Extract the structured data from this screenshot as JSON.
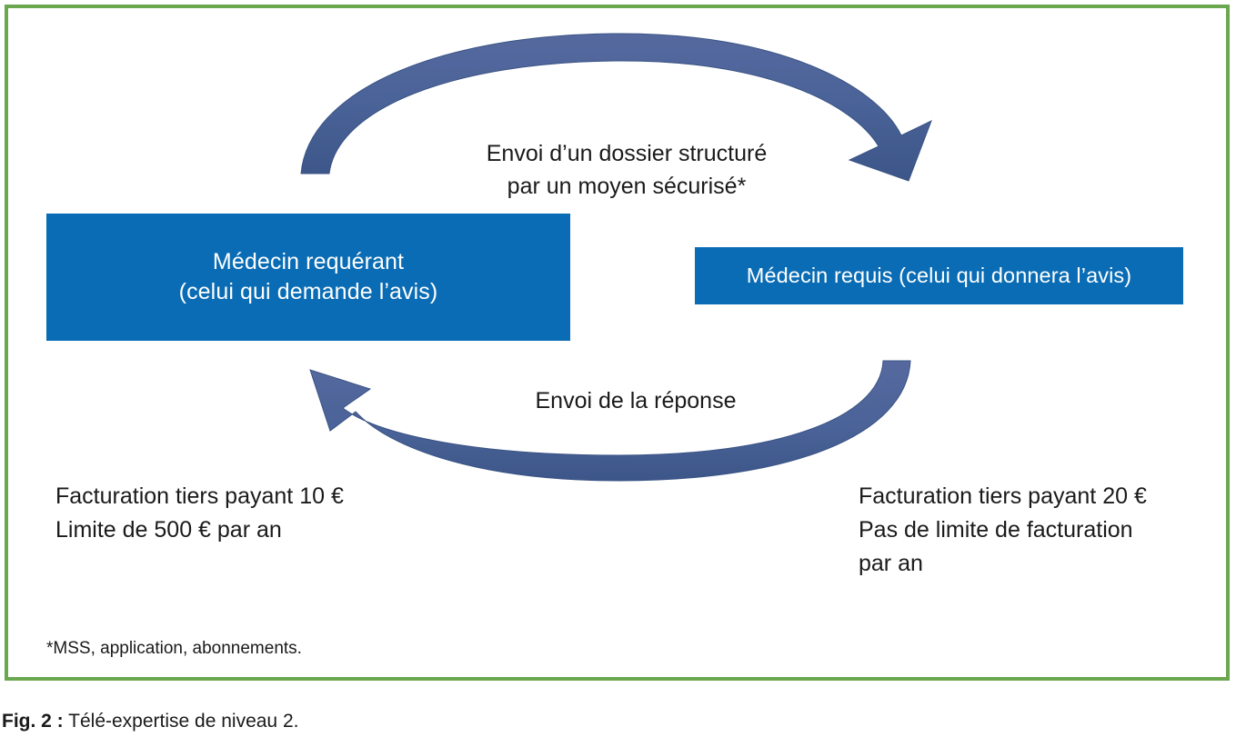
{
  "figure": {
    "caption_lead": "Fig. 2 :",
    "caption_text": "Télé-expertise de niveau 2.",
    "frame_color": "#6aa84f"
  },
  "diagram": {
    "type": "cycle-flow",
    "box_color": "#0a6cb4",
    "arrow_color": "#4a6398",
    "text_color": "#1a1a1a",
    "actors": [
      {
        "id": "requerant",
        "line1": "Médecin requérant",
        "line2": "(celui qui demande l’avis)"
      },
      {
        "id": "requis",
        "line1": "Médecin requis (celui qui donnera l’avis)"
      }
    ],
    "flows": [
      {
        "id": "send",
        "direction": "requerant-to-requis",
        "line1": "Envoi d’un dossier structuré",
        "line2": "par un moyen sécurisé*"
      },
      {
        "id": "response",
        "direction": "requis-to-requerant",
        "line1": "Envoi de la réponse"
      }
    ],
    "billing": {
      "left": {
        "line1": "Facturation tiers payant 10 €",
        "line2": "Limite de 500 € par an"
      },
      "right": {
        "line1": "Facturation tiers payant 20 €",
        "line2": "Pas de limite de facturation",
        "line3": "par an"
      }
    },
    "footnote": "*MSS, application, abonnements."
  }
}
